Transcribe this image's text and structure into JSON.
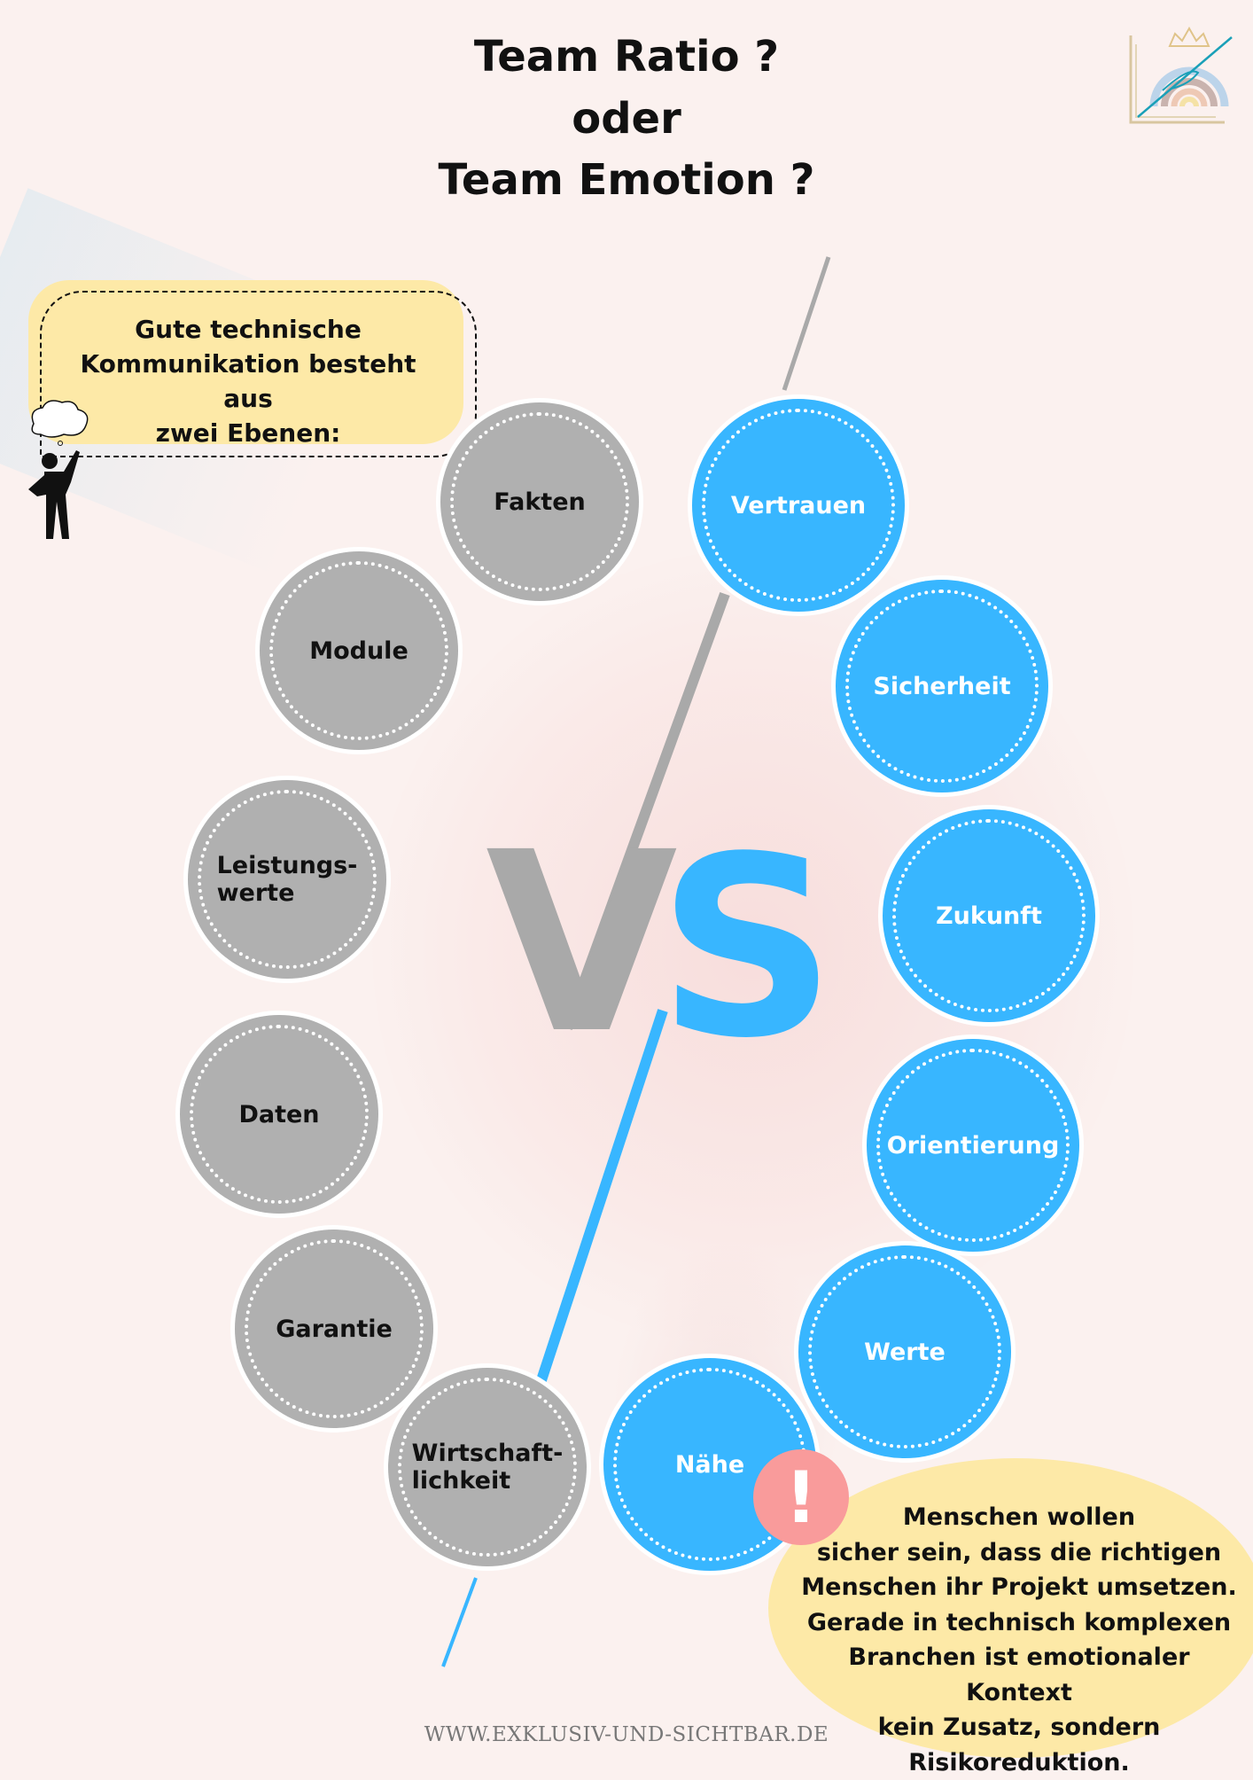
{
  "title": {
    "line1": "Team Ratio ?",
    "line2": "oder",
    "line3": "Team Emotion ?"
  },
  "callout": {
    "lines": [
      "Gute technische",
      "Kommunikation besteht aus",
      "zwei Ebenen:"
    ]
  },
  "ratio_items": [
    "Fakten",
    "Module",
    "Leistungs-\nwerte",
    "Daten",
    "Garantie",
    "Wirtschaft-\nlichkeit"
  ],
  "emotion_items": [
    "Vertrauen",
    "Sicherheit",
    "Zukunft",
    "Orientierung",
    "Werte",
    "Nähe"
  ],
  "vs": {
    "v": "V",
    "s": "S"
  },
  "alert": {
    "symbol": "!"
  },
  "note": {
    "lines": [
      "Menschen wollen",
      "sicher sein, dass die richtigen",
      "Menschen ihr Projekt umsetzen.",
      "Gerade in technisch komplexen",
      "Branchen ist emotionaler Kontext",
      "kein Zusatz, sondern",
      "Risikoreduktion."
    ]
  },
  "footer": {
    "url": "WWW.EXKLUSIV-UND-SICHTBAR.DE"
  },
  "colors": {
    "ratio": "#b0b0b0",
    "emotion": "#38b6ff",
    "callout": "#fde9a7",
    "alert": "#f99b9b"
  }
}
